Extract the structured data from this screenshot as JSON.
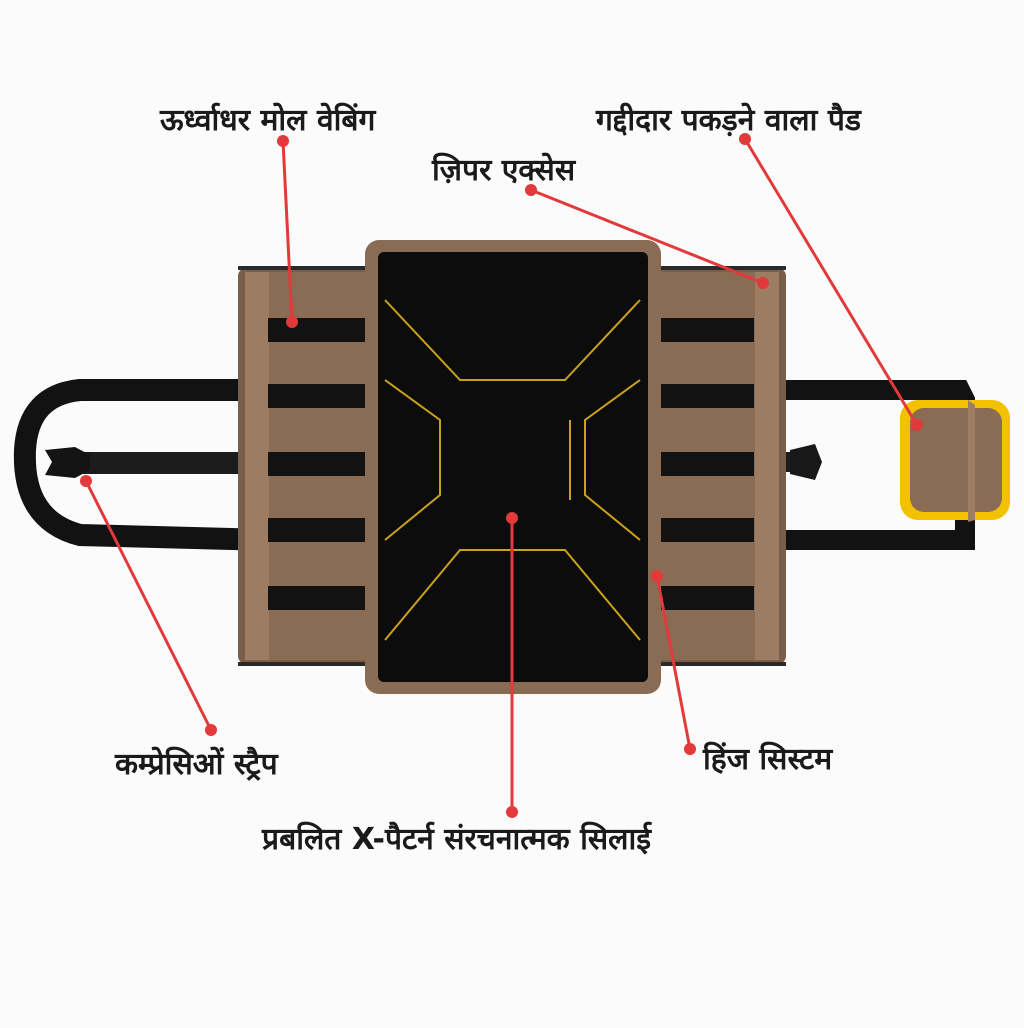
{
  "labels": {
    "molle": "ऊर्ध्वाधर मोल वेबिंग",
    "pad": "गद्दीदार पकड़ने वाला पैड",
    "zipper": "ज़िपर एक्सेस",
    "strap": "कम्प्रेसिओं स्ट्रैप",
    "hinge": "हिंज सिस्टम",
    "stitch": "प्रबलित X-पैटर्न संरचनात्मक सिलाई"
  },
  "colors": {
    "background": "#fbfbfb",
    "canvas_fabric": "#8a6c55",
    "canvas_fabric_light": "#9c7d64",
    "webbing": "#121212",
    "center_panel": "#0c0c0c",
    "stitch_yellow": "#c9a21c",
    "pad_yellow": "#f2c200",
    "leader_red": "#e23a3a"
  }
}
